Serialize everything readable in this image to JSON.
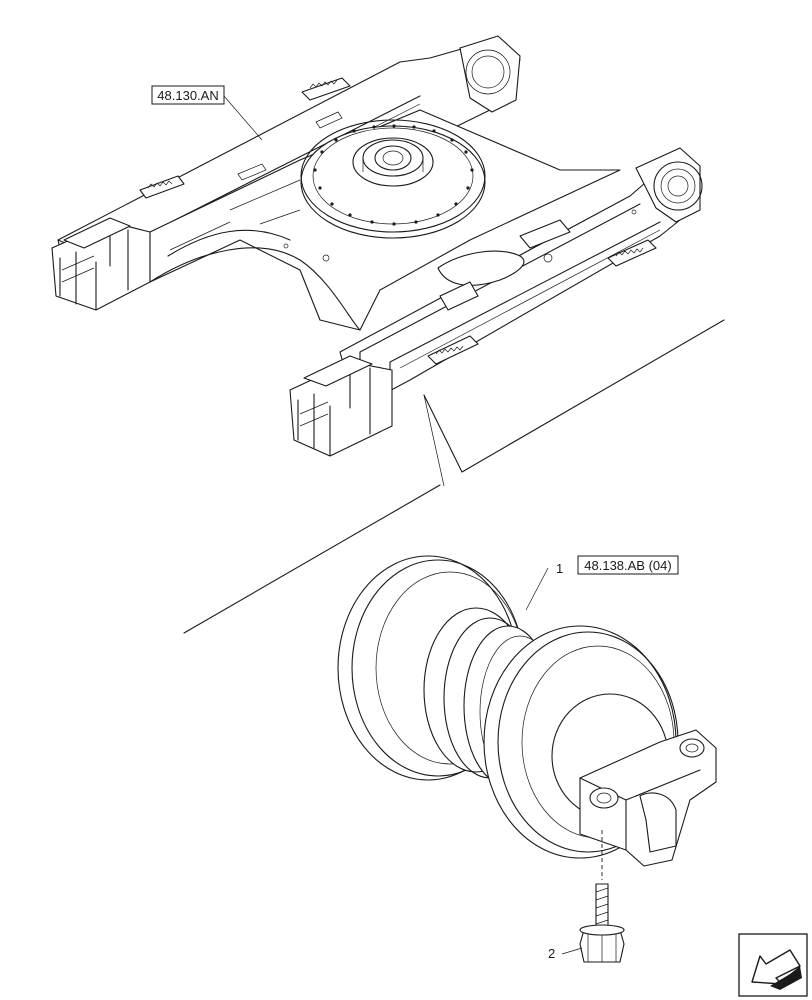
{
  "references": {
    "frame_ref": "48.130.AN",
    "roller_ref": "48.138.AB (04)"
  },
  "callouts": {
    "item1": "1",
    "item2": "2"
  },
  "icons": [
    "lower-left-arrow-icon"
  ]
}
